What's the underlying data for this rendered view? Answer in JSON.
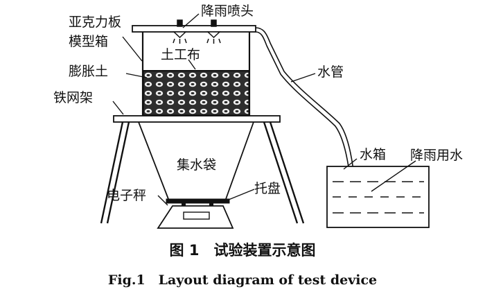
{
  "labels": {
    "acrylic_board": "亚克力板",
    "model_box": "模型箱",
    "rain_nozzle": "降雨喷头",
    "geotextile": "土工布",
    "expansive_soil": "膨胀土",
    "water_pipe": "水管",
    "iron_mesh_frame": "铁网架",
    "water_tank": "水箱",
    "rain_water": "降雨用水",
    "collection_bag": "集水袋",
    "electronic_scale": "电子秤",
    "tray": "托盘"
  },
  "caption": {
    "cn": "图 1　试验装置示意图",
    "en": "Fig.1　Layout diagram of test device"
  }
}
